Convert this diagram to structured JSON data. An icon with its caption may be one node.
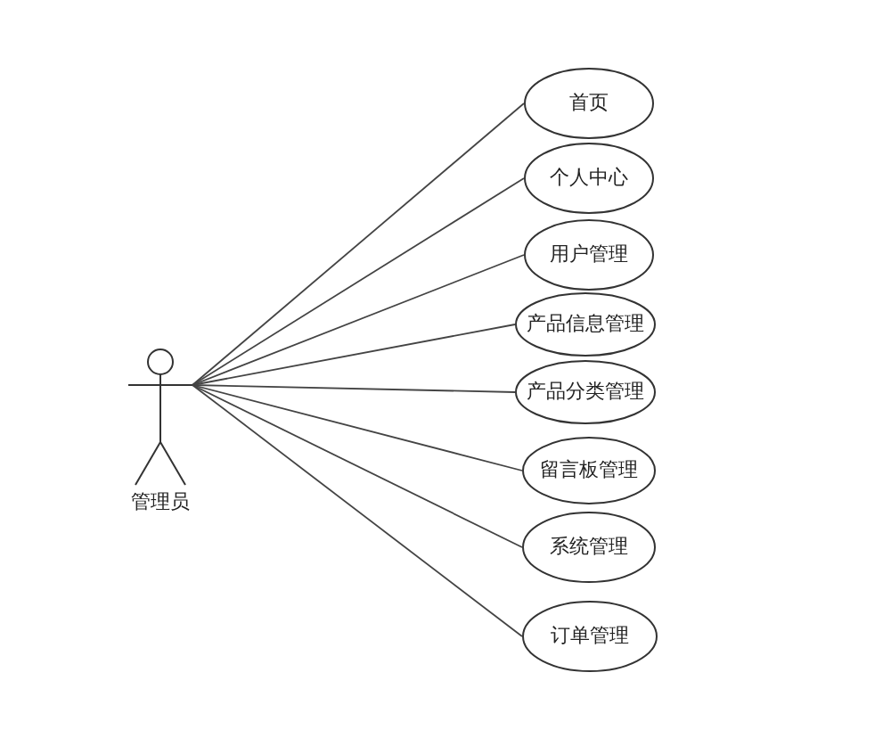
{
  "diagram": {
    "nodes": [
      {
        "text": [
          "管理员"
        ]
      },
      {
        "text": [
          "首页"
        ]
      },
      {
        "text": [
          "个人中心"
        ]
      },
      {
        "text": [
          "用户管理"
        ]
      },
      {
        "text": [
          "产品信息管理"
        ]
      },
      {
        "text": [
          "产品分类管理"
        ]
      },
      {
        "text": [
          "留言板管理"
        ]
      },
      {
        "text": [
          "系统管理"
        ]
      },
      {
        "text": [
          "订单管理"
        ]
      }
    ],
    "edges": [
      {
        "from": 0,
        "to": 1,
        "arrow": "none"
      },
      {
        "from": 0,
        "to": 2,
        "arrow": "none"
      },
      {
        "from": 0,
        "to": 3,
        "arrow": "none"
      },
      {
        "from": 0,
        "to": 4,
        "arrow": "none"
      },
      {
        "from": 0,
        "to": 5,
        "arrow": "none"
      },
      {
        "from": 0,
        "to": 6,
        "arrow": "none"
      },
      {
        "from": 0,
        "to": 7,
        "arrow": "none"
      },
      {
        "from": 0,
        "to": 8,
        "arrow": "none"
      }
    ]
  }
}
